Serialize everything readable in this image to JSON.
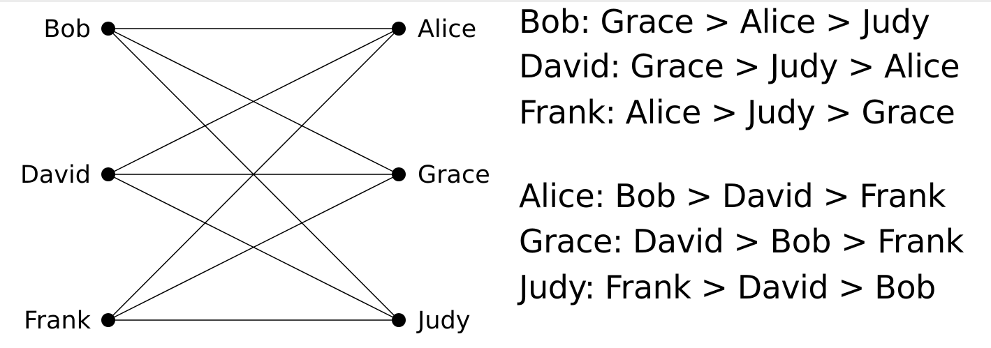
{
  "graph": {
    "left_nodes": [
      {
        "id": "bob",
        "label": "Bob"
      },
      {
        "id": "david",
        "label": "David"
      },
      {
        "id": "frank",
        "label": "Frank"
      }
    ],
    "right_nodes": [
      {
        "id": "alice",
        "label": "Alice"
      },
      {
        "id": "grace",
        "label": "Grace"
      },
      {
        "id": "judy",
        "label": "Judy"
      }
    ],
    "edges": [
      [
        "bob",
        "alice"
      ],
      [
        "bob",
        "grace"
      ],
      [
        "bob",
        "judy"
      ],
      [
        "david",
        "alice"
      ],
      [
        "david",
        "grace"
      ],
      [
        "david",
        "judy"
      ],
      [
        "frank",
        "alice"
      ],
      [
        "frank",
        "grace"
      ],
      [
        "frank",
        "judy"
      ]
    ]
  },
  "preferences": [
    "Bob: Grace > Alice > Judy",
    "David: Grace > Judy > Alice",
    "Frank: Alice > Judy > Grace",
    "Alice: Bob > David > Frank",
    "Grace: David > Bob > Frank",
    "Judy: Frank > David > Bob"
  ]
}
